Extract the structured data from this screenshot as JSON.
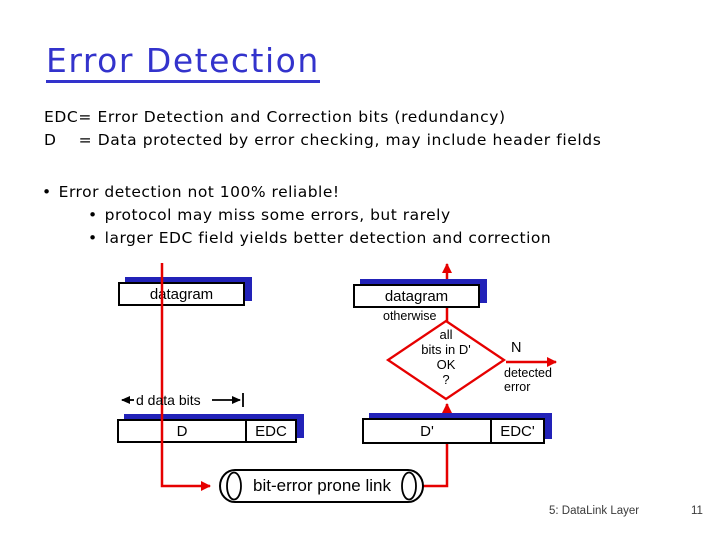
{
  "slide_title": "Error Detection",
  "definitions": {
    "line1": "EDC= Error Detection and Correction bits (redundancy)",
    "line2": "D    = Data protected by error checking, may include header fields"
  },
  "bullet_char": "•",
  "bullets": {
    "main": "Error detection not 100% reliable!",
    "sub1": "protocol may miss some errors, but rarely",
    "sub2": "larger EDC field yields better detection and correction"
  },
  "diagram": {
    "sender_datagram": "datagram",
    "receiver_datagram": "datagram",
    "d_data_bits": "d data bits",
    "sender_d": "D",
    "sender_edc": "EDC",
    "receiver_d": "D'",
    "receiver_edc": "EDC'",
    "decision": {
      "l1": "all",
      "l2": "bits in D'",
      "l3": "OK",
      "l4": "?"
    },
    "otherwise": "otherwise",
    "no": "N",
    "detected1": "detected",
    "detected2": "error",
    "link": "bit-error prone link"
  },
  "footer": {
    "section": "5: DataLink Layer",
    "page": "11"
  },
  "colors": {
    "title_blue": "#3333cc",
    "shadow_blue": "#2222b8",
    "line_red": "#e60000"
  }
}
